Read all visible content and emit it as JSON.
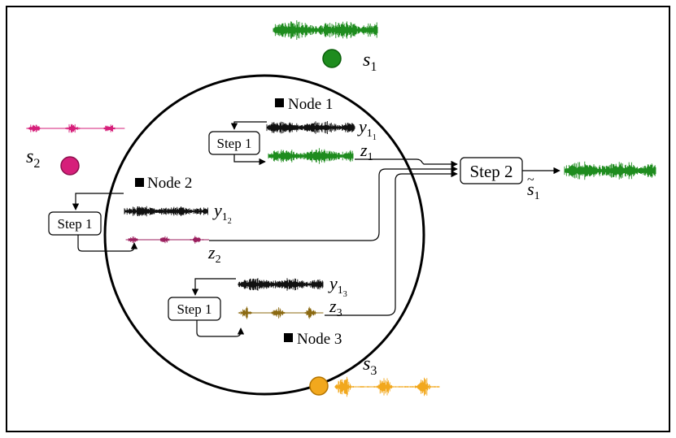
{
  "sources": {
    "s1": {
      "letter": "s",
      "sub": "1",
      "color": "#1e8c1e"
    },
    "s2": {
      "letter": "s",
      "sub": "2",
      "color": "#d61f7a"
    },
    "s3": {
      "letter": "s",
      "sub": "3",
      "color": "#f2a81d"
    }
  },
  "nodes": {
    "node1": {
      "label": "Node 1"
    },
    "node2": {
      "label": "Node 2"
    },
    "node3": {
      "label": "Node 3"
    }
  },
  "steps": {
    "step1": "Step 1",
    "step2": "Step 2"
  },
  "signals": {
    "y11": {
      "letter": "y",
      "sub": "1",
      "subsub": "1"
    },
    "y12": {
      "letter": "y",
      "sub": "1",
      "subsub": "2"
    },
    "y13": {
      "letter": "y",
      "sub": "1",
      "subsub": "3"
    },
    "z1": {
      "letter": "z",
      "sub": "1"
    },
    "z2": {
      "letter": "z",
      "sub": "2"
    },
    "z3": {
      "letter": "z",
      "sub": "3"
    },
    "s1_hat": {
      "letter": "s",
      "accent": "~",
      "sub": "1"
    }
  },
  "colors": {
    "mixture": "#111111",
    "z1": "#1e8c1e",
    "z2": "#9b1f5e",
    "z3": "#8c6a12",
    "output": "#1e8c1e",
    "frame": "#000000"
  }
}
